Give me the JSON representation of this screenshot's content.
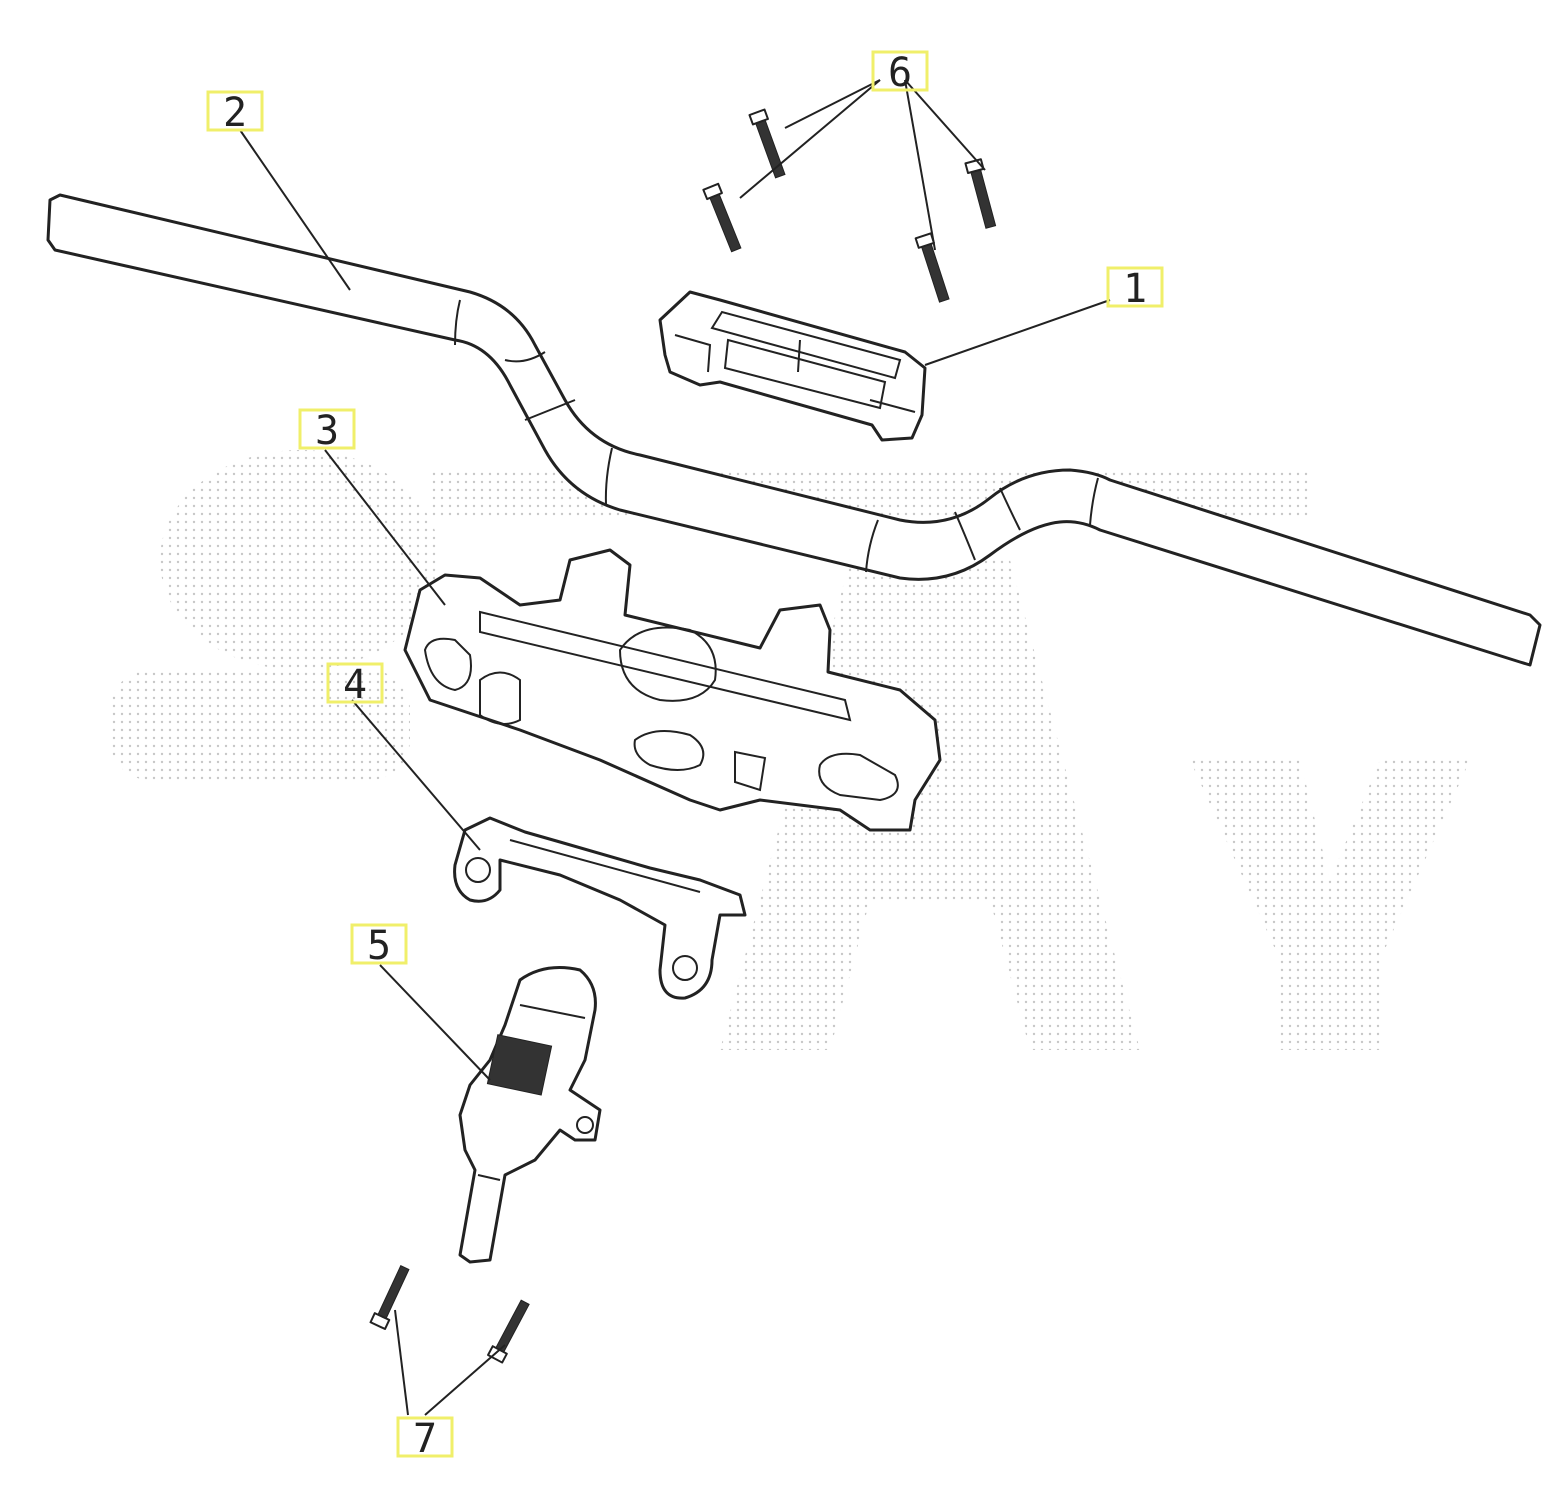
{
  "callouts": [
    {
      "id": "1",
      "label": "1"
    },
    {
      "id": "2",
      "label": "2"
    },
    {
      "id": "3",
      "label": "3"
    },
    {
      "id": "4",
      "label": "4"
    },
    {
      "id": "5",
      "label": "5"
    },
    {
      "id": "6",
      "label": "6"
    },
    {
      "id": "7",
      "label": "7"
    }
  ],
  "colors": {
    "callout_box": "#f0ef6a",
    "line": "#222222",
    "watermark": "#9a9a9a"
  }
}
